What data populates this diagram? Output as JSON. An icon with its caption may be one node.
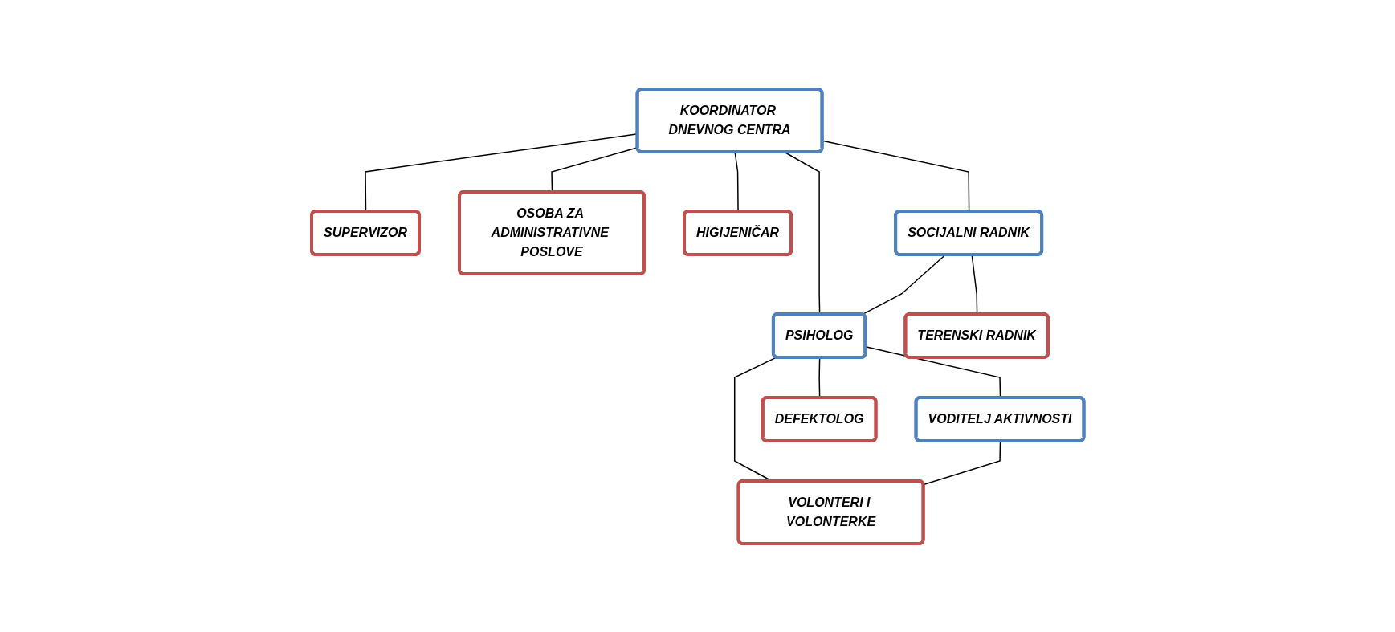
{
  "diagram": {
    "nodes": [
      {
        "text": [
          "KOORDINATOR DNEVNOG CENTRA"
        ]
      },
      {
        "text": [
          "SUPERVIZOR"
        ]
      },
      {
        "text": [
          "OSOBA ZA ADMINISTRATIVNE POSLOVE"
        ]
      },
      {
        "text": [
          "HIGIJENIČAR"
        ]
      },
      {
        "text": [
          "SOCIJALNI RADNIK"
        ]
      },
      {
        "text": [
          "PSIHOLOG"
        ]
      },
      {
        "text": [
          "VODITELJ AKTIVNOSTI"
        ]
      },
      {
        "text": [
          "TERENSKI RADNIK"
        ]
      },
      {
        "text": [
          "DEFEKTOLOG"
        ]
      },
      {
        "text": [
          "VOLONTERI I VOLONTERKE"
        ]
      }
    ],
    "edges": [
      {
        "from": 0,
        "to": 1,
        "arrow": "none"
      },
      {
        "from": 0,
        "to": 2,
        "arrow": "none"
      },
      {
        "from": 0,
        "to": 3,
        "arrow": "none"
      },
      {
        "from": 0,
        "to": 4,
        "arrow": "none"
      },
      {
        "from": 0,
        "to": 5,
        "arrow": "none"
      },
      {
        "from": 4,
        "to": 5,
        "arrow": "none"
      },
      {
        "from": 5,
        "to": 6,
        "arrow": "none"
      },
      {
        "from": 4,
        "to": 7,
        "arrow": "none"
      },
      {
        "from": 5,
        "to": 8,
        "arrow": "none"
      },
      {
        "from": 5,
        "to": 9,
        "arrow": "none"
      },
      {
        "from": 6,
        "to": 9,
        "arrow": "none"
      }
    ]
  }
}
